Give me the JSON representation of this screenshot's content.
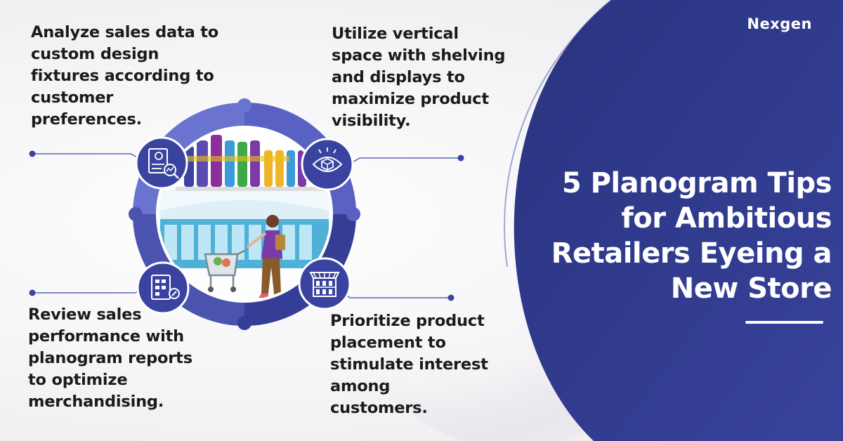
{
  "brand": {
    "name": "Nexgen"
  },
  "headline": {
    "lines": [
      "5 Planogram Tips",
      "for Ambitious",
      "Retailers Eyeing a",
      "New Store"
    ]
  },
  "tips": [
    {
      "text": "Analyze sales data to\ncustom design\nfixtures according to\ncustomer\npreferences.",
      "icon": "sales-analytics-icon"
    },
    {
      "text": "Utilize vertical\nspace with shelving\nand displays to\nmaximize product\nvisibility.",
      "icon": "eye-cube-icon"
    },
    {
      "text": "Review sales\nperformance with\nplanogram reports\nto optimize\nmerchandising.",
      "icon": "planogram-report-icon"
    },
    {
      "text": "Prioritize product\nplacement to\nstimulate interest\namong\ncustomers.",
      "icon": "storefront-shelf-icon"
    }
  ],
  "colors": {
    "panel": "#2f3a8f",
    "panel_dark": "#2a3380",
    "ring_light": "#6a74d0",
    "ring_dark": "#353e96",
    "connector": "#5a63b8",
    "text": "#1b1b1b"
  },
  "illustration": {
    "scene": "shopper-with-cart-in-store"
  }
}
